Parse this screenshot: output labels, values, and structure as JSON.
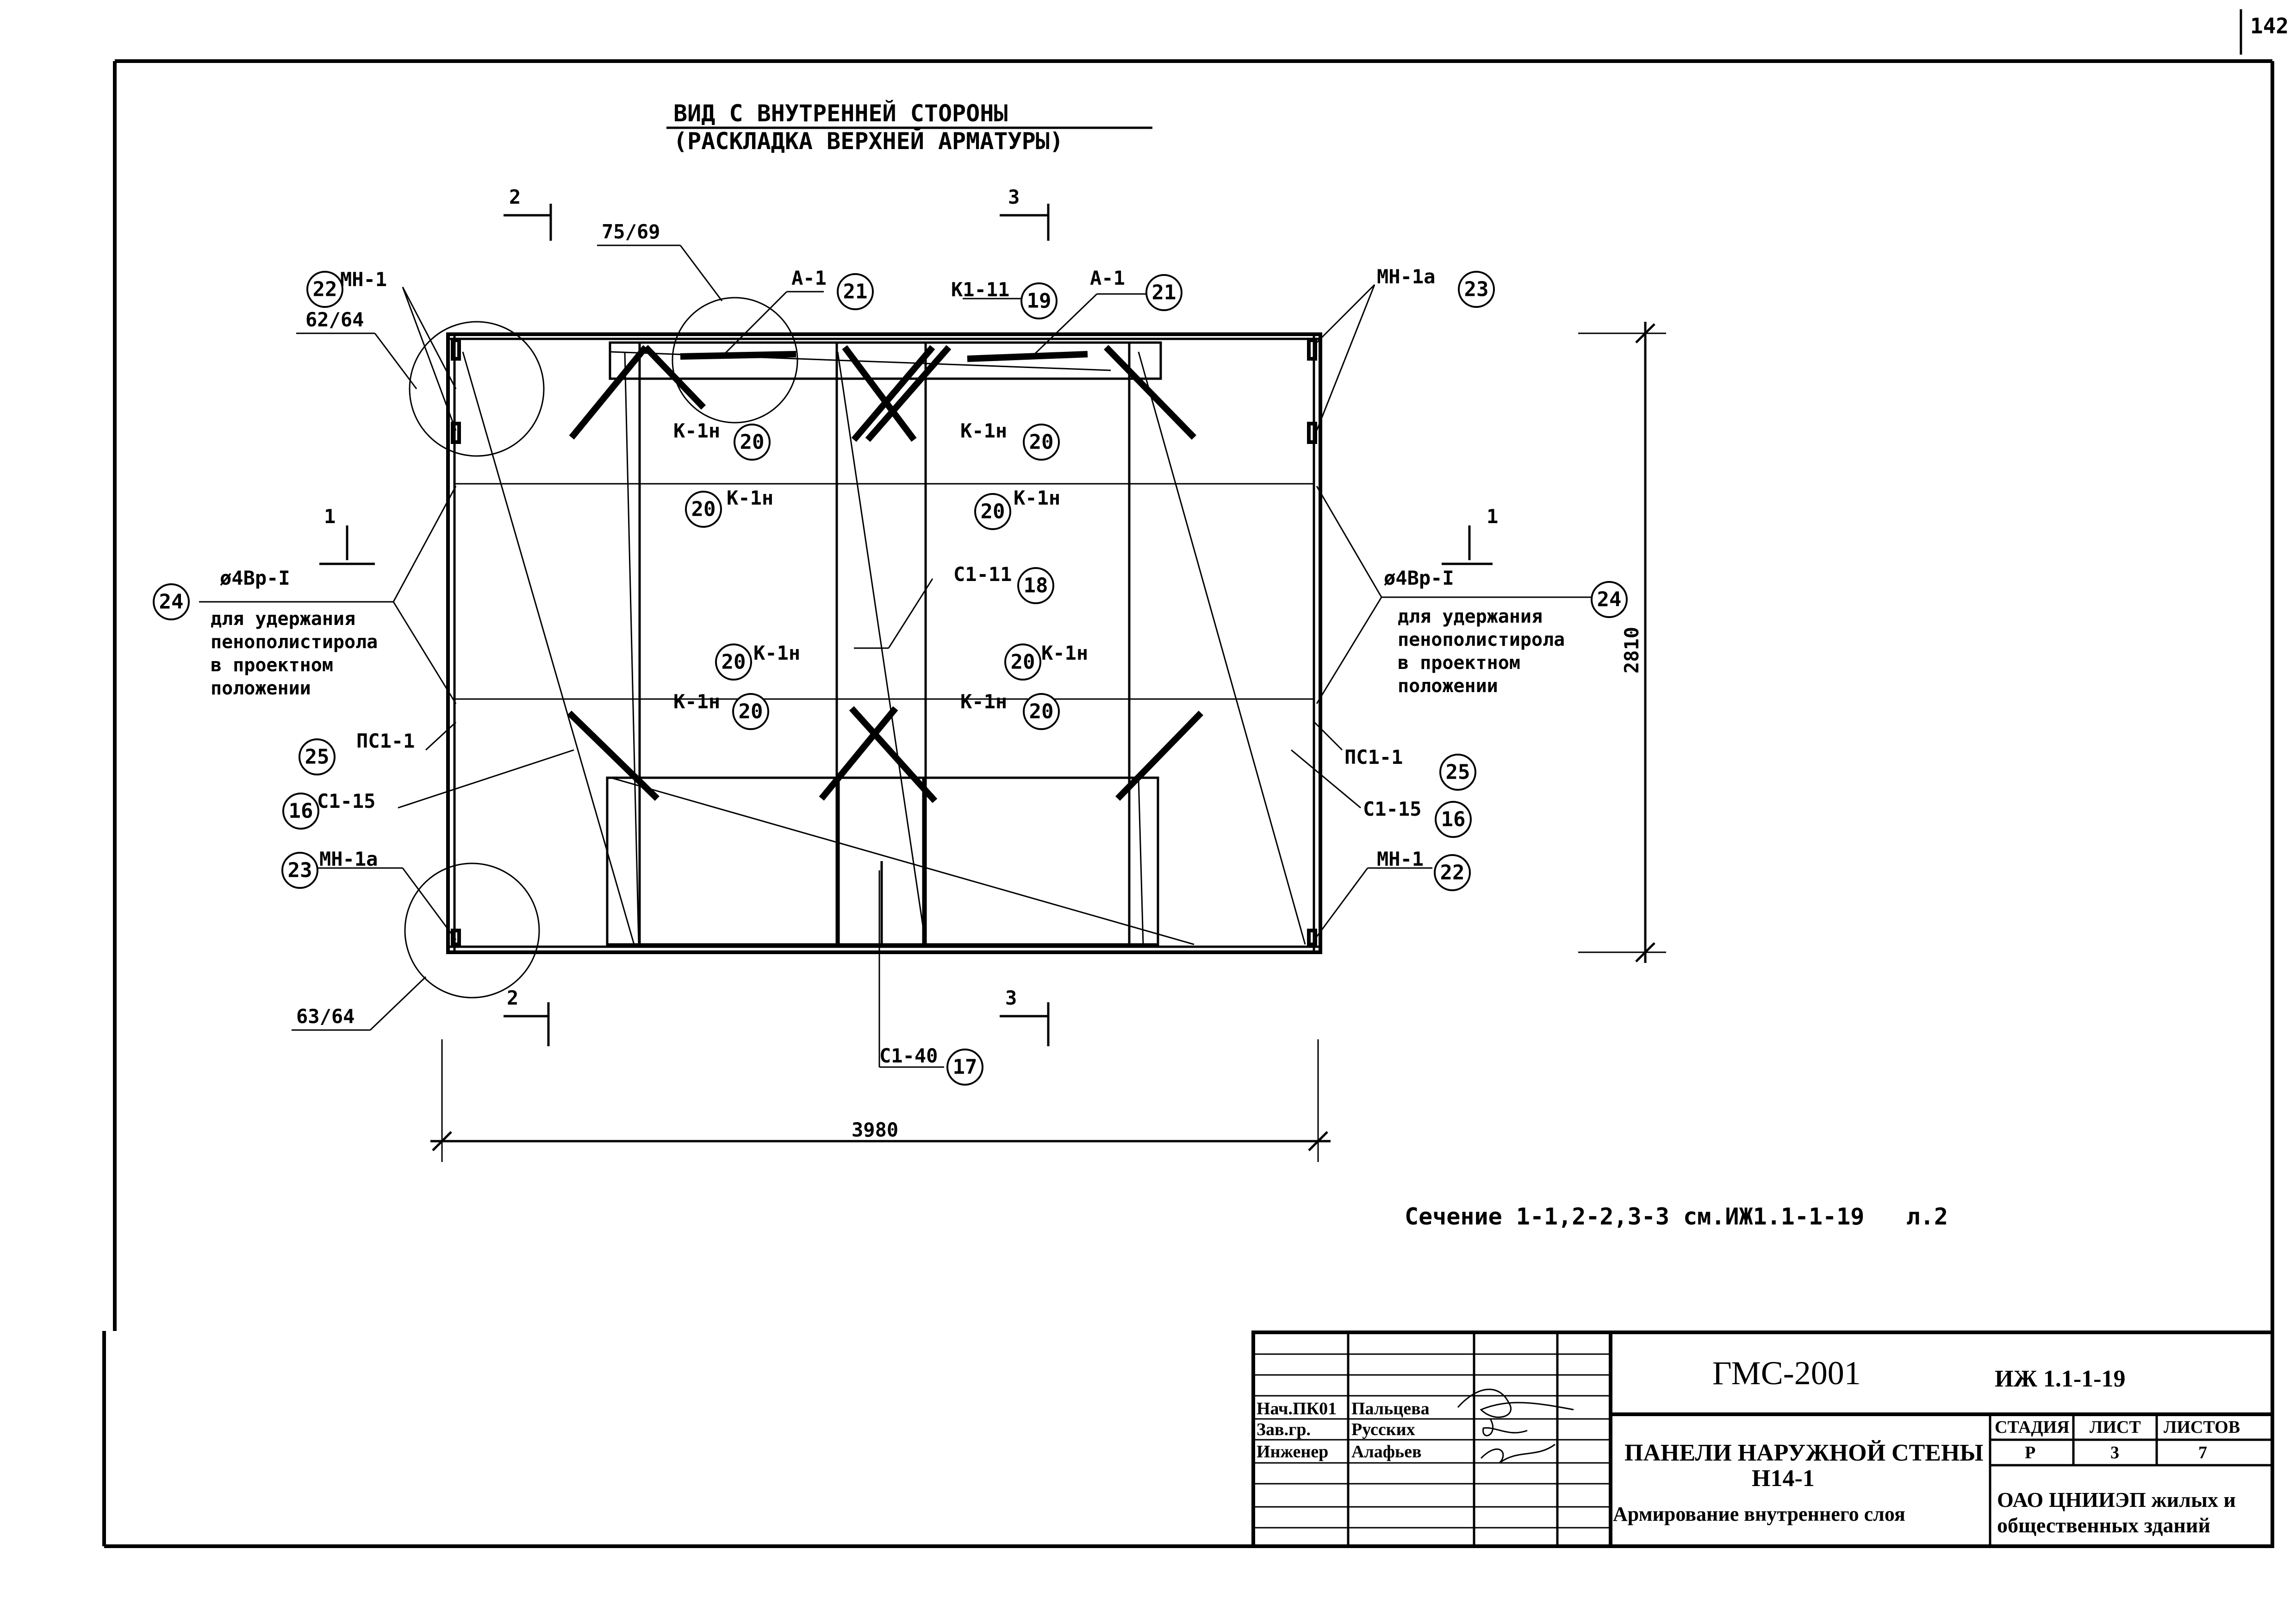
{
  "sheet_number": "142",
  "view_title": {
    "line1": "ВИД С ВНУТРЕННЕЙ СТОРОНЫ",
    "line2": "(РАСКЛАДКА ВЕРХНЕЙ АРМАТУРЫ)"
  },
  "sections": {
    "s1": "1",
    "s2": "2",
    "s3": "3"
  },
  "callouts": {
    "c_75_69": "75/69",
    "c_62_64": "62/64",
    "c_63_64": "63/64",
    "mn1": "МН-1",
    "mn1a": "МН-1а",
    "a1": "А-1",
    "k1_11": "К1-11",
    "k1n": "К-1н",
    "c1_11": "С1-11",
    "c1_15": "С1-15",
    "c1_40": "С1-40",
    "pc1_1": "ПС1-1",
    "phi4": "ø4Вр-I"
  },
  "positions": {
    "p16": "16",
    "p17": "17",
    "p18": "18",
    "p19": "19",
    "p20": "20",
    "p21": "21",
    "p22": "22",
    "p23": "23",
    "p24": "24",
    "p25": "25"
  },
  "note_left": {
    "l1": "для удержания",
    "l2": "пенополистирола",
    "l3": "в проектном",
    "l4": "положении"
  },
  "note_right": {
    "l1": "для удержания",
    "l2": "пенополистирола",
    "l3": "в проектном",
    "l4": "положении"
  },
  "dimensions": {
    "width": "3980",
    "height": "2810"
  },
  "section_reference": "Сечение 1-1,2-2,3-3 см.ИЖ1.1-1-19   л.2",
  "title_block": {
    "org_code": "ГМС-2001",
    "doc_code": "ИЖ 1.1-1-19",
    "roles": [
      "Нач.ПК01",
      "Зав.гр.",
      "Инженер"
    ],
    "names": [
      "Пальцева",
      "Русских",
      "Алафьев"
    ],
    "product_title_1": "ПАНЕЛИ НАРУЖНОЙ СТЕНЫ",
    "product_title_2": "Н14-1",
    "sheet_subject": "Армирование внутреннего слоя",
    "stage_header": "СТАДИЯ",
    "sheet_header": "ЛИСТ",
    "sheets_header": "ЛИСТОВ",
    "stage": "Р",
    "sheet": "3",
    "sheets": "7",
    "company_1": "ОАО ЦНИИЭП жилых и",
    "company_2": "общественных зданий"
  }
}
